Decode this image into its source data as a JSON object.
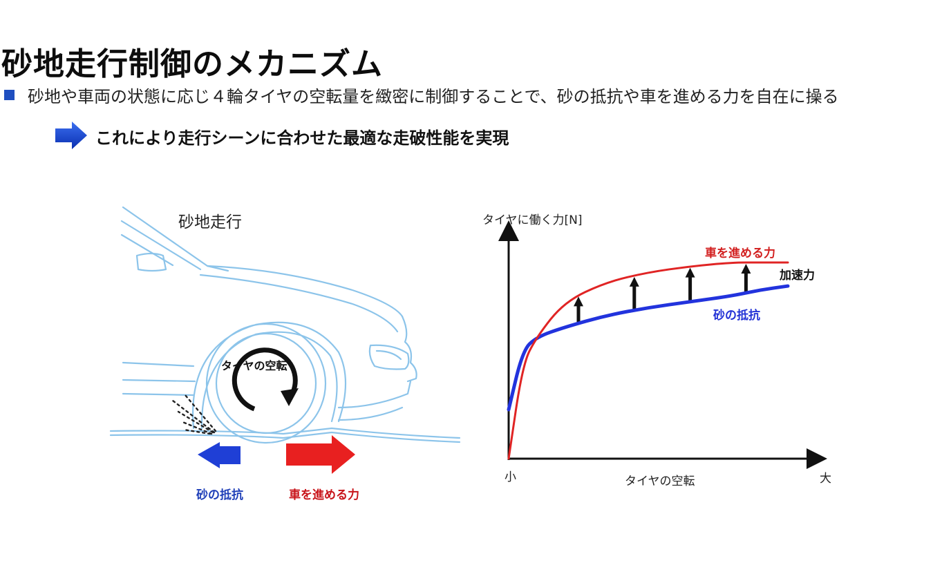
{
  "title": "砂地走行制御のメカニズム",
  "bullet": "砂地や車両の状態に応じ４輪タイヤの空転量を緻密に制御することで、砂の抵抗や車を進める力を自在に操る",
  "result": "これにより走行シーンに合わせた最適な走破性能を実現",
  "scene": {
    "title": "砂地走行",
    "spin_label": "タイヤの空転",
    "resist_label": "砂の抵抗",
    "drive_label": "車を進める力"
  },
  "chart_data": {
    "type": "line",
    "ylabel": "タイヤに働く力[N]",
    "xlabel": "タイヤの空転",
    "x_min_label": "小",
    "x_max_label": "大",
    "annotation": "加速力",
    "series": [
      {
        "name": "車を進める力",
        "color": "#e02424",
        "x": [
          0,
          0.05,
          0.1,
          0.2,
          0.35,
          0.5,
          0.65,
          0.8,
          0.9,
          1.0
        ],
        "values": [
          0,
          0.48,
          0.62,
          0.8,
          0.9,
          0.95,
          0.98,
          1.0,
          1.0,
          1.0
        ]
      },
      {
        "name": "砂の抵抗",
        "color": "#2233dd",
        "x": [
          0,
          0.05,
          0.1,
          0.2,
          0.35,
          0.5,
          0.65,
          0.8,
          0.9,
          1.0
        ],
        "values": [
          0.25,
          0.55,
          0.62,
          0.67,
          0.73,
          0.77,
          0.8,
          0.83,
          0.86,
          0.88
        ]
      }
    ],
    "accel_arrows_x": [
      0.25,
      0.45,
      0.65,
      0.85
    ],
    "colors": {
      "accent_blue": "#1f4fc0",
      "red": "#e02424",
      "blue": "#2233dd",
      "sketch": "#8cc4ea"
    }
  }
}
